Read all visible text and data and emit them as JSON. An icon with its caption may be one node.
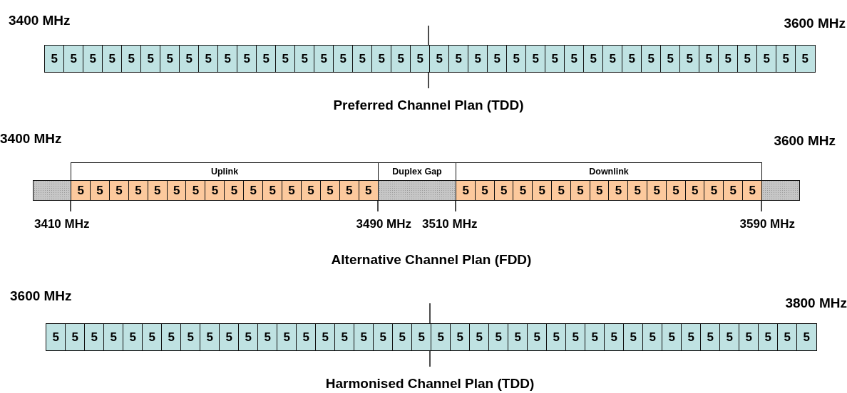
{
  "diagram": {
    "nodes": [
      {
        "text": [
          "5"
        ]
      },
      {
        "text": [
          "5"
        ]
      },
      {
        "text": [
          "5"
        ]
      },
      {
        "text": [
          "5"
        ]
      },
      {
        "text": [
          "5"
        ]
      },
      {
        "text": [
          "5"
        ]
      },
      {
        "text": [
          "5"
        ]
      },
      {
        "text": [
          "5"
        ]
      },
      {
        "text": [
          "5"
        ]
      },
      {
        "text": [
          "5"
        ]
      },
      {
        "text": [
          "5"
        ]
      },
      {
        "text": [
          "5"
        ]
      },
      {
        "text": [
          "5"
        ]
      },
      {
        "text": [
          "5"
        ]
      },
      {
        "text": [
          "5"
        ]
      },
      {
        "text": [
          "5"
        ]
      },
      {
        "text": [
          "5"
        ]
      },
      {
        "text": [
          "5"
        ]
      },
      {
        "text": [
          "5"
        ]
      },
      {
        "text": [
          "5"
        ]
      },
      {
        "text": [
          "5"
        ]
      },
      {
        "text": [
          "5"
        ]
      },
      {
        "text": [
          "5"
        ]
      },
      {
        "text": [
          "5"
        ]
      },
      {
        "text": [
          "5"
        ]
      },
      {
        "text": [
          "5"
        ]
      },
      {
        "text": [
          "5"
        ]
      },
      {
        "text": [
          "5"
        ]
      },
      {
        "text": [
          "5"
        ]
      },
      {
        "text": [
          "5"
        ]
      },
      {
        "text": [
          "5"
        ]
      },
      {
        "text": [
          "5"
        ]
      },
      {
        "text": [
          "5"
        ]
      },
      {
        "text": [
          "5"
        ]
      },
      {
        "text": [
          "5"
        ]
      },
      {
        "text": [
          "5"
        ]
      },
      {
        "text": [
          "5"
        ]
      },
      {
        "text": [
          "5"
        ]
      },
      {
        "text": [
          "5"
        ]
      },
      {
        "text": [
          "5"
        ]
      },
      {
        "text": [
          "Uplink"
        ]
      },
      {
        "text": [
          "Duplex Gap"
        ]
      },
      {
        "text": [
          "Downlink"
        ]
      },
      {
        "text": [],
        "shape": "bar"
      },
      {
        "text": [
          "5"
        ]
      },
      {
        "text": [
          "5"
        ]
      },
      {
        "text": [
          "5"
        ]
      },
      {
        "text": [
          "5"
        ]
      },
      {
        "text": [
          "5"
        ]
      },
      {
        "text": [
          "5"
        ]
      },
      {
        "text": [
          "5"
        ]
      },
      {
        "text": [
          "5"
        ]
      },
      {
        "text": [
          "5"
        ]
      },
      {
        "text": [
          "5"
        ]
      },
      {
        "text": [
          "5"
        ]
      },
      {
        "text": [
          "5"
        ]
      },
      {
        "text": [
          "5"
        ]
      },
      {
        "text": [
          "5"
        ]
      },
      {
        "text": [
          "5"
        ]
      },
      {
        "text": [
          "5"
        ]
      },
      {
        "text": [],
        "shape": "bar"
      },
      {
        "text": [
          "5"
        ]
      },
      {
        "text": [
          "5"
        ]
      },
      {
        "text": [
          "5"
        ]
      },
      {
        "text": [
          "5"
        ]
      },
      {
        "text": [
          "5"
        ]
      },
      {
        "text": [
          "5"
        ]
      },
      {
        "text": [
          "5"
        ]
      },
      {
        "text": [
          "5"
        ]
      },
      {
        "text": [
          "5"
        ]
      },
      {
        "text": [
          "5"
        ]
      },
      {
        "text": [
          "5"
        ]
      },
      {
        "text": [
          "5"
        ]
      },
      {
        "text": [
          "5"
        ]
      },
      {
        "text": [
          "5"
        ]
      },
      {
        "text": [
          "5"
        ]
      },
      {
        "text": [
          "5"
        ]
      },
      {
        "text": [],
        "shape": "bar"
      },
      {
        "text": [
          "5"
        ]
      },
      {
        "text": [
          "5"
        ]
      },
      {
        "text": [
          "5"
        ]
      },
      {
        "text": [
          "5"
        ]
      },
      {
        "text": [
          "5"
        ]
      },
      {
        "text": [
          "5"
        ]
      },
      {
        "text": [
          "5"
        ]
      },
      {
        "text": [
          "5"
        ]
      },
      {
        "text": [
          "5"
        ]
      },
      {
        "text": [
          "5"
        ]
      },
      {
        "text": [
          "5"
        ]
      },
      {
        "text": [
          "5"
        ]
      },
      {
        "text": [
          "5"
        ]
      },
      {
        "text": [
          "5"
        ]
      },
      {
        "text": [
          "5"
        ]
      },
      {
        "text": [
          "5"
        ]
      },
      {
        "text": [
          "5"
        ]
      },
      {
        "text": [
          "5"
        ]
      },
      {
        "text": [
          "5"
        ]
      },
      {
        "text": [
          "5"
        ]
      },
      {
        "text": [
          "5"
        ]
      },
      {
        "text": [
          "5"
        ]
      },
      {
        "text": [
          "5"
        ]
      },
      {
        "text": [
          "5"
        ]
      },
      {
        "text": [
          "5"
        ]
      },
      {
        "text": [
          "5"
        ]
      },
      {
        "text": [
          "5"
        ]
      },
      {
        "text": [
          "5"
        ]
      },
      {
        "text": [
          "5"
        ]
      },
      {
        "text": [
          "5"
        ]
      },
      {
        "text": [
          "5"
        ]
      },
      {
        "text": [
          "5"
        ]
      },
      {
        "text": [
          "5"
        ]
      },
      {
        "text": [
          "5"
        ]
      },
      {
        "text": [
          "5"
        ]
      },
      {
        "text": [
          "5"
        ]
      },
      {
        "text": [
          "5"
        ]
      },
      {
        "text": [
          "5"
        ]
      },
      {
        "text": [
          "5"
        ]
      },
      {
        "text": [
          "5"
        ]
      }
    ],
    "labels": [
      "3400 MHz",
      "3600 MHz",
      "Preferred Channel Plan (TDD)",
      "3400 MHz",
      "3600 MHz",
      "3410 MHz",
      "3490 MHz",
      "3510 MHz",
      "3590 MHz",
      "Alternative Channel Plan (FDD)",
      "3600 MHz",
      "3800 MHz",
      "Harmonised Channel Plan (TDD)"
    ]
  }
}
